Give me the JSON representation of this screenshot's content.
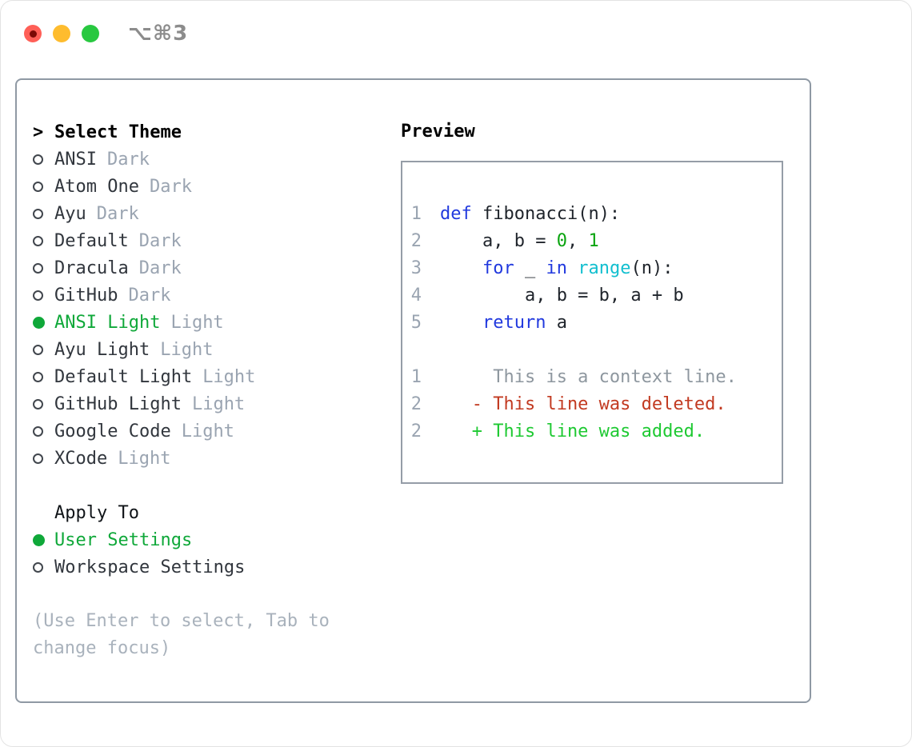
{
  "window": {
    "title": "⌥⌘3",
    "traffic_lights": [
      "close",
      "minimize",
      "zoom"
    ]
  },
  "colors": {
    "accent_green": "#0fa839",
    "added_green": "#1ec932",
    "deleted_red": "#c23a21",
    "keyword_blue": "#2139de",
    "builtin_cyan": "#12bfcf",
    "number_green": "#0aa40f",
    "muted_gray": "#9aa4b1",
    "hint_gray": "#a9b2bc",
    "panel_border": "#8f99a4"
  },
  "select_theme": {
    "cursor": ">",
    "heading": "Select Theme",
    "themes": [
      {
        "label": "ANSI",
        "tag": "Dark",
        "selected": false
      },
      {
        "label": "Atom One",
        "tag": "Dark",
        "selected": false
      },
      {
        "label": "Ayu",
        "tag": "Dark",
        "selected": false
      },
      {
        "label": "Default",
        "tag": "Dark",
        "selected": false
      },
      {
        "label": "Dracula",
        "tag": "Dark",
        "selected": false
      },
      {
        "label": "GitHub",
        "tag": "Dark",
        "selected": false
      },
      {
        "label": "ANSI Light",
        "tag": "Light",
        "selected": true
      },
      {
        "label": "Ayu Light",
        "tag": "Light",
        "selected": false
      },
      {
        "label": "Default Light",
        "tag": "Light",
        "selected": false
      },
      {
        "label": "GitHub Light",
        "tag": "Light",
        "selected": false
      },
      {
        "label": "Google Code",
        "tag": "Light",
        "selected": false
      },
      {
        "label": "XCode",
        "tag": "Light",
        "selected": false
      }
    ]
  },
  "apply_to": {
    "heading": "Apply To",
    "options": [
      {
        "label": "User Settings",
        "selected": true
      },
      {
        "label": "Workspace Settings",
        "selected": false
      }
    ]
  },
  "hint": "(Use Enter to select, Tab to change focus)",
  "preview": {
    "title": "Preview",
    "code_lines": [
      {
        "num": "1",
        "segments": [
          {
            "t": "def",
            "c": "kw"
          },
          {
            "t": " fibonacci(n):",
            "c": "fg"
          }
        ]
      },
      {
        "num": "2",
        "segments": [
          {
            "t": "    a, b = ",
            "c": "fg"
          },
          {
            "t": "0",
            "c": "num"
          },
          {
            "t": ", ",
            "c": "fg"
          },
          {
            "t": "1",
            "c": "num"
          }
        ]
      },
      {
        "num": "3",
        "segments": [
          {
            "t": "    ",
            "c": "fg"
          },
          {
            "t": "for",
            "c": "kw"
          },
          {
            "t": " _ ",
            "c": "fg"
          },
          {
            "t": "in",
            "c": "kw"
          },
          {
            "t": " ",
            "c": "fg"
          },
          {
            "t": "range",
            "c": "builtin"
          },
          {
            "t": "(n):",
            "c": "fg"
          }
        ]
      },
      {
        "num": "4",
        "segments": [
          {
            "t": "        a, b = b, a + b",
            "c": "fg"
          }
        ]
      },
      {
        "num": "5",
        "segments": [
          {
            "t": "    ",
            "c": "fg"
          },
          {
            "t": "return",
            "c": "kw"
          },
          {
            "t": " a",
            "c": "fg"
          }
        ]
      },
      {
        "num": "",
        "segments": []
      },
      {
        "num": "1",
        "segments": [
          {
            "t": "     This is a context line.",
            "c": "ctx"
          }
        ]
      },
      {
        "num": "2",
        "segments": [
          {
            "t": "   - This line was deleted.",
            "c": "del"
          }
        ]
      },
      {
        "num": "2",
        "segments": [
          {
            "t": "   + This line was added.",
            "c": "add"
          }
        ]
      }
    ]
  }
}
